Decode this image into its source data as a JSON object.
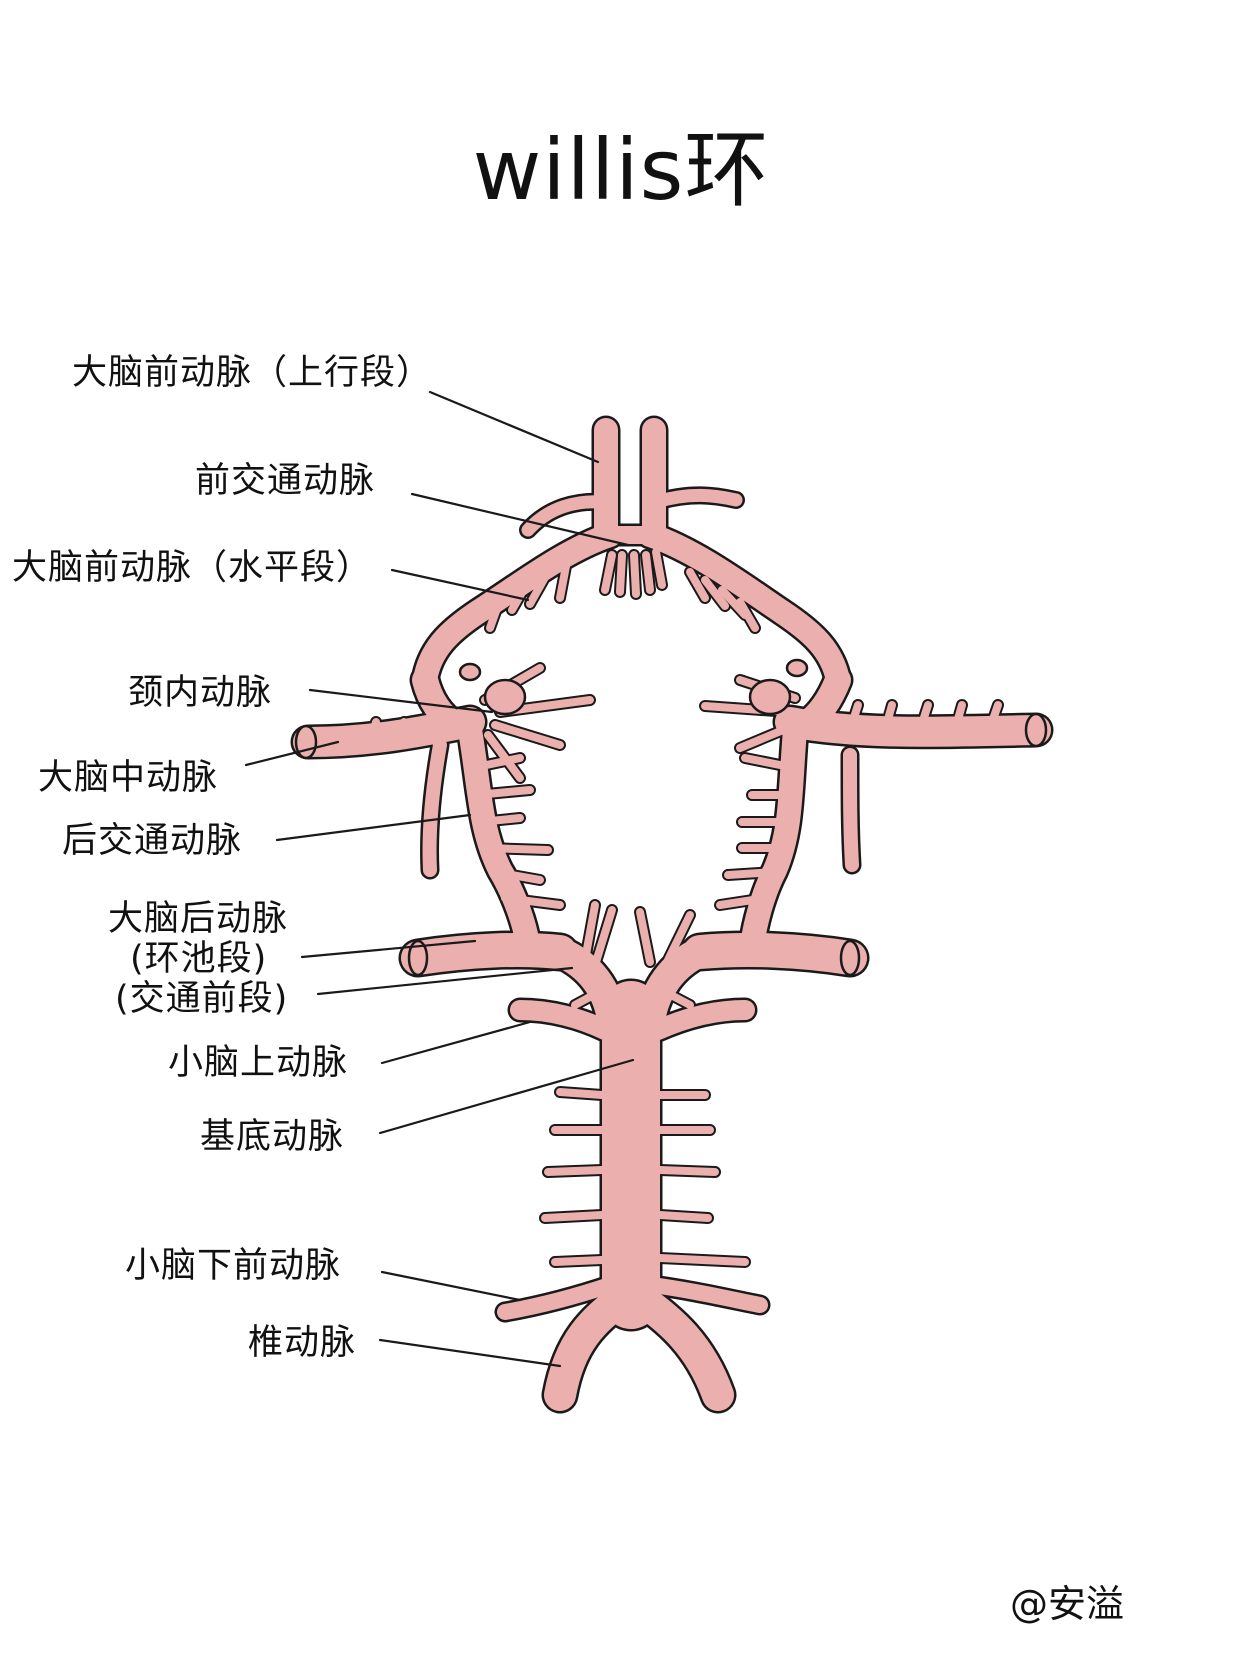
{
  "title": "willis环",
  "labels": {
    "aca_ascending": "大脑前动脉（上行段）",
    "acom": "前交通动脉",
    "aca_horizontal": "大脑前动脉（水平段）",
    "ica": "颈内动脉",
    "mca": "大脑中动脉",
    "pcom": "后交通动脉",
    "pca_title": "大脑后动脉",
    "pca_ambient": "(环池段)",
    "pca_precommunicating": "(交通前段)",
    "sca": "小脑上动脉",
    "basilar": "基底动脉",
    "aica": "小脑下前动脉",
    "vertebral": "椎动脉"
  },
  "credit": "@安溢",
  "colors": {
    "vessel_fill": "#ebb0ae",
    "vessel_outline": "#1a1a1a",
    "leader_line": "#1a1a1a",
    "background": "#ffffff"
  }
}
